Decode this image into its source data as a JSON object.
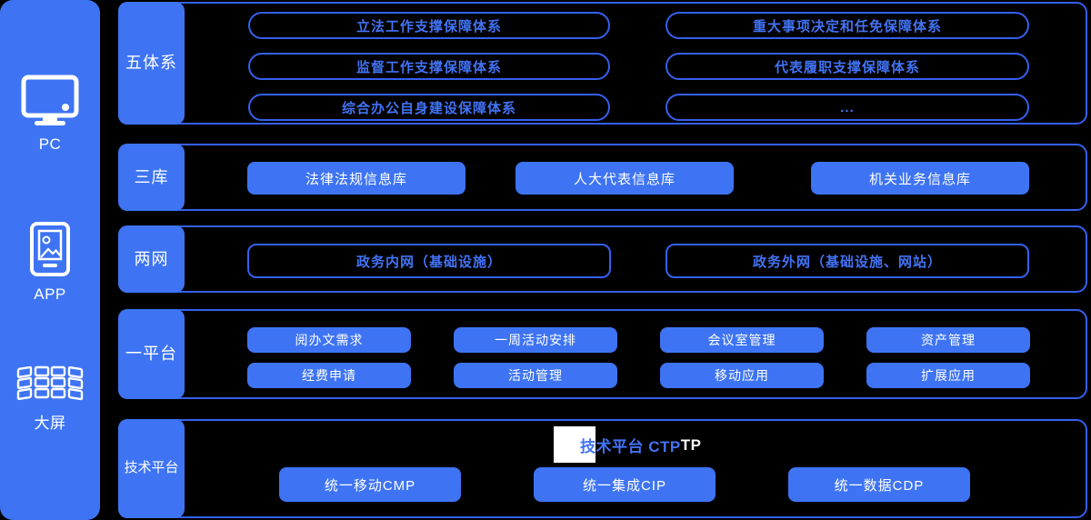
{
  "colors": {
    "fill_blue": "#3E74F3",
    "line_blue": "#3560EE",
    "text_blue": "#4273F5",
    "white": "#FFFFFF",
    "bg": "#000000"
  },
  "sidebar": {
    "items": [
      {
        "id": "pc",
        "label": "PC",
        "icon": "monitor-icon"
      },
      {
        "id": "app",
        "label": "APP",
        "icon": "tablet-icon"
      },
      {
        "id": "big-screen",
        "label": "大屏",
        "icon": "video-wall-icon"
      }
    ]
  },
  "bands": [
    {
      "label": "五体系",
      "items_left": [
        "立法工作支撑保障体系",
        "监督工作支撑保障体系",
        "综合办公自身建设保障体系"
      ],
      "items_right": [
        "重大事项决定和任免保障体系",
        "代表履职支撑保障体系",
        "..."
      ]
    },
    {
      "label": "三库",
      "items": [
        "法律法规信息库",
        "人大代表信息库",
        "机关业务信息库"
      ]
    },
    {
      "label": "两网",
      "items": [
        "政务内网（基础设施）",
        "政务外网（基础设施、网站）"
      ]
    },
    {
      "label": "一平台",
      "row1": [
        "阅办文需求",
        "一周活动安排",
        "会议室管理",
        "资产管理"
      ],
      "row2": [
        "经费申请",
        "活动管理",
        "移动应用",
        "扩展应用"
      ]
    },
    {
      "label": "技术平台",
      "header_title": "技术平台 CTP",
      "header_ghost": "TP",
      "items": [
        "统一移动CMP",
        "统一集成CIP",
        "统一数据CDP"
      ]
    }
  ]
}
